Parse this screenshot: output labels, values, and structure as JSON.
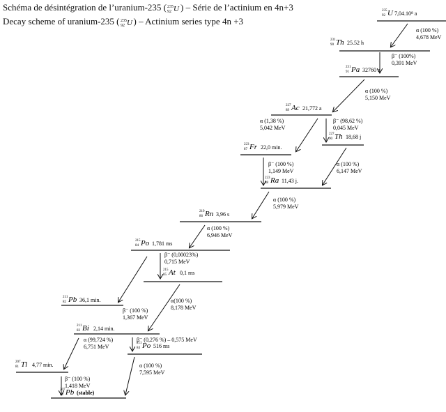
{
  "title_fr": {
    "pre": "Schéma de désintégration de l’uranium-235 (",
    "nuc_a": "235",
    "nuc_z": "92",
    "nuc_s": "U",
    "post": ") – Série de l’actinium en 4n+3"
  },
  "title_en": {
    "pre": "Decay scheme of uranium-235 (",
    "nuc_a": "235",
    "nuc_z": "92",
    "nuc_s": "U",
    "post": ") – Actinium series type 4n +3"
  },
  "nuclides": [
    {
      "id": "u235",
      "a": "235",
      "z": "92",
      "sym": "U",
      "hl": "7,04.10⁸ a"
    },
    {
      "id": "th231",
      "a": "231",
      "z": "90",
      "sym": "Th",
      "hl": "25.52 h"
    },
    {
      "id": "pa231",
      "a": "231",
      "z": "91",
      "sym": "Pa",
      "hl": "32760 a"
    },
    {
      "id": "ac227",
      "a": "227",
      "z": "89",
      "sym": "Ac",
      "hl": "21,772 a"
    },
    {
      "id": "th227",
      "a": "227",
      "z": "90",
      "sym": "Th",
      "hl": "18,68 j"
    },
    {
      "id": "fr223",
      "a": "223",
      "z": "87",
      "sym": "Fr",
      "hl": "22,0 min."
    },
    {
      "id": "ra223",
      "a": "223",
      "z": "88",
      "sym": "Ra",
      "hl": "11,43 j."
    },
    {
      "id": "rn219",
      "a": "219",
      "z": "86",
      "sym": "Rn",
      "hl": "3,96 s"
    },
    {
      "id": "po215",
      "a": "215",
      "z": "84",
      "sym": "Po",
      "hl": "1,781 ms"
    },
    {
      "id": "at215",
      "a": "215",
      "z": "85",
      "sym": "At",
      "hl": "0,1 ms"
    },
    {
      "id": "pb211",
      "a": "211",
      "z": "82",
      "sym": "Pb",
      "hl": "36,1 min."
    },
    {
      "id": "bi211",
      "a": "211",
      "z": "83",
      "sym": "Bi",
      "hl": "2,14 min."
    },
    {
      "id": "po211",
      "a": "211",
      "z": "84",
      "sym": "Po",
      "hl": "516 ms"
    },
    {
      "id": "tl207",
      "a": "207",
      "z": "81",
      "sym": "Tl",
      "hl": "4,77 min."
    },
    {
      "id": "pb207",
      "a": "207",
      "z": "82",
      "sym": "Pb",
      "hl": "(stable)"
    }
  ],
  "decays": [
    {
      "id": "d1",
      "l1": "α (100 %)",
      "l2": "4,678 MeV"
    },
    {
      "id": "d2",
      "l1": "β⁻ (100%)",
      "l2": "0,391 MeV"
    },
    {
      "id": "d3",
      "l1": "α (100 %)",
      "l2": "5,150 MeV"
    },
    {
      "id": "d4",
      "l1": "α (1,38 %)",
      "l2": "5,042 MeV"
    },
    {
      "id": "d5",
      "l1": "β⁻ (98,62 %)",
      "l2": "0,045 MeV"
    },
    {
      "id": "d6",
      "l1": "β⁻ (100 %)",
      "l2": "1,149 MeV"
    },
    {
      "id": "d7",
      "l1": "α (100 %)",
      "l2": "6,147 MeV"
    },
    {
      "id": "d8",
      "l1": "α (100 %)",
      "l2": "5,979 MeV"
    },
    {
      "id": "d9",
      "l1": "α (100 %)",
      "l2": "6,946 MeV"
    },
    {
      "id": "d10",
      "l1": "β⁻ (0,00023%)",
      "l2": "0,715 MeV"
    },
    {
      "id": "d11",
      "l1": "β⁻ (100 %)",
      "l2": "1,367 MeV"
    },
    {
      "id": "d12",
      "l1": "α(100 %)",
      "l2": "8,178 MeV"
    },
    {
      "id": "d13",
      "l1": "α (99,724 %)",
      "l2": "6,751 MeV"
    },
    {
      "id": "d14",
      "l1": "β⁻ (0,276 %) – 0,575 MeV",
      "l2": ""
    },
    {
      "id": "d15",
      "l1": "α (100 %)",
      "l2": "7,595 MeV"
    },
    {
      "id": "d16",
      "l1": "β⁻ (100 %)",
      "l2": "1,418 MeV"
    }
  ]
}
